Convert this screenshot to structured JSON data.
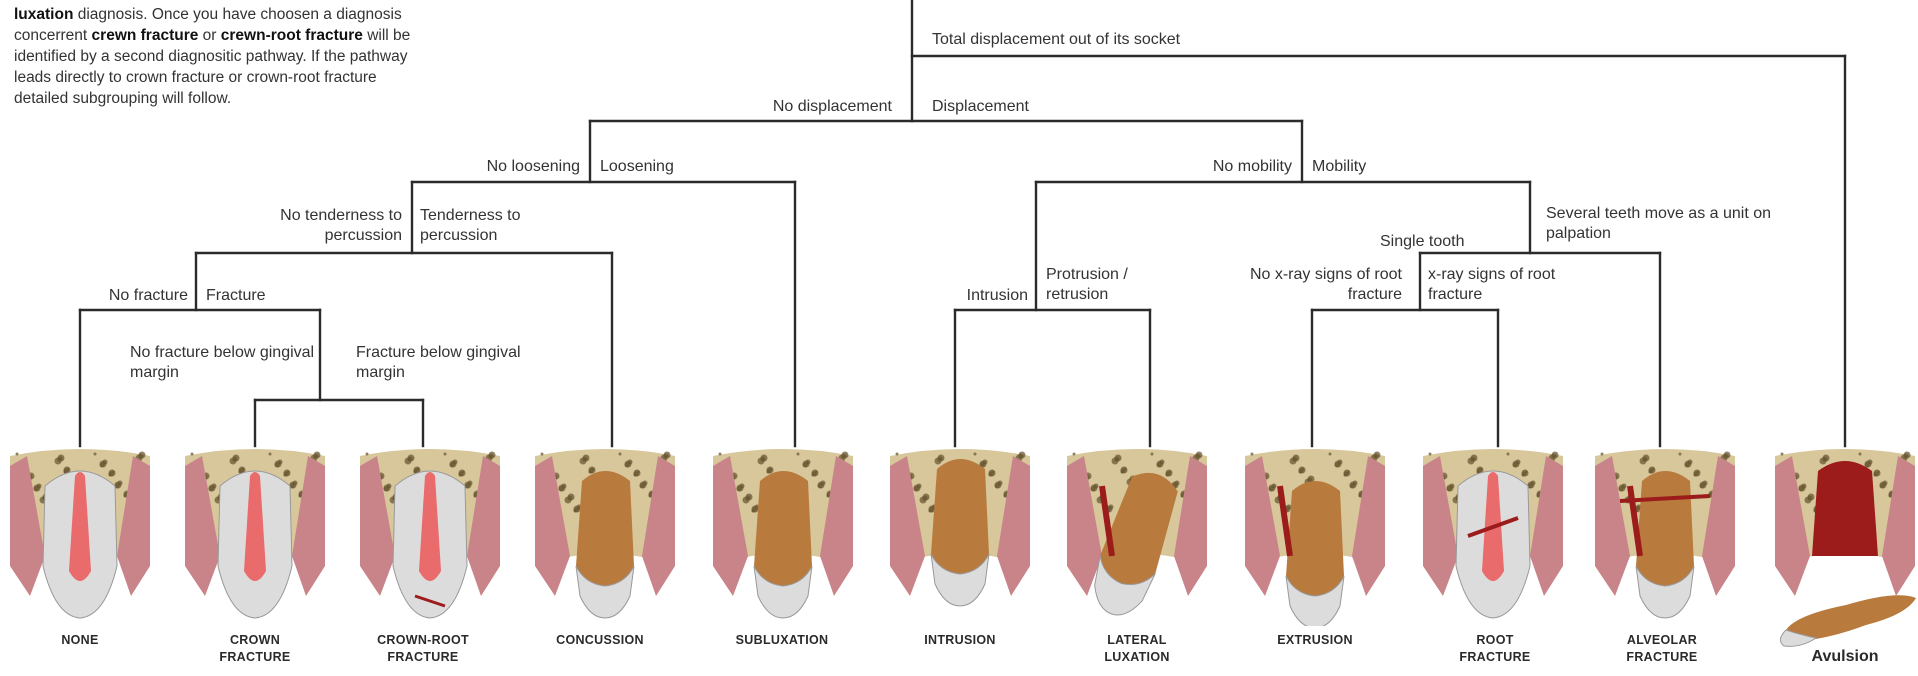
{
  "intro": {
    "line1_bold": "luxation",
    "line1_rest": " diagnosis. Once you have choosen a diagnosis",
    "line2_pre": "concerrent ",
    "line2_bold1": "crewn fracture",
    "line2_mid": " or ",
    "line2_bold2": "crewn-root fracture",
    "line2_post": " will be",
    "line3": "identified by a second diagnositic pathway. If the pathway",
    "line4": "leads directly to crown fracture or crown-root fracture",
    "line5": "detailed subgrouping will follow."
  },
  "branches": {
    "total_displacement": "Total displacement out of its socket",
    "no_displacement": "No displacement",
    "displacement": "Displacement",
    "no_loosening": "No loosening",
    "loosening": "Loosening",
    "no_mobility": "No mobility",
    "mobility": "Mobility",
    "no_tenderness": "No tenderness to percussion",
    "tenderness": "Tenderness to percussion",
    "several_teeth": "Several teeth move as a unit on palpation",
    "single_tooth": "Single tooth",
    "no_fracture": "No fracture",
    "fracture": "Fracture",
    "intrusion": "Intrusion",
    "protrusion": "Protrusion / retrusion",
    "no_xray": "No x-ray signs of root fracture",
    "xray": "x-ray signs of root fracture",
    "no_fracture_below": "No fracture below gingival margin",
    "fracture_below": "Fracture below gingival margin"
  },
  "outcomes": [
    {
      "label": "NONE"
    },
    {
      "label": "CROWN\nFRACTURE"
    },
    {
      "label": "CROWN-ROOT\nFRACTURE"
    },
    {
      "label": "CONCUSSION"
    },
    {
      "label": "SUBLUXATION"
    },
    {
      "label": "INTRUSION"
    },
    {
      "label": "LATERAL\nLUXATION"
    },
    {
      "label": "EXTRUSION"
    },
    {
      "label": "ROOT\nFRACTURE"
    },
    {
      "label": "ALVEOLAR\nFRACTURE"
    },
    {
      "label": "Avulsion"
    }
  ],
  "colors": {
    "bone": "#d8c79a",
    "gum": "#c9848a",
    "pulp": "#e96b6b",
    "tooth_white": "#dcdcdc",
    "tooth_root": "#b97a3e",
    "blood": "#9c1b1b"
  }
}
